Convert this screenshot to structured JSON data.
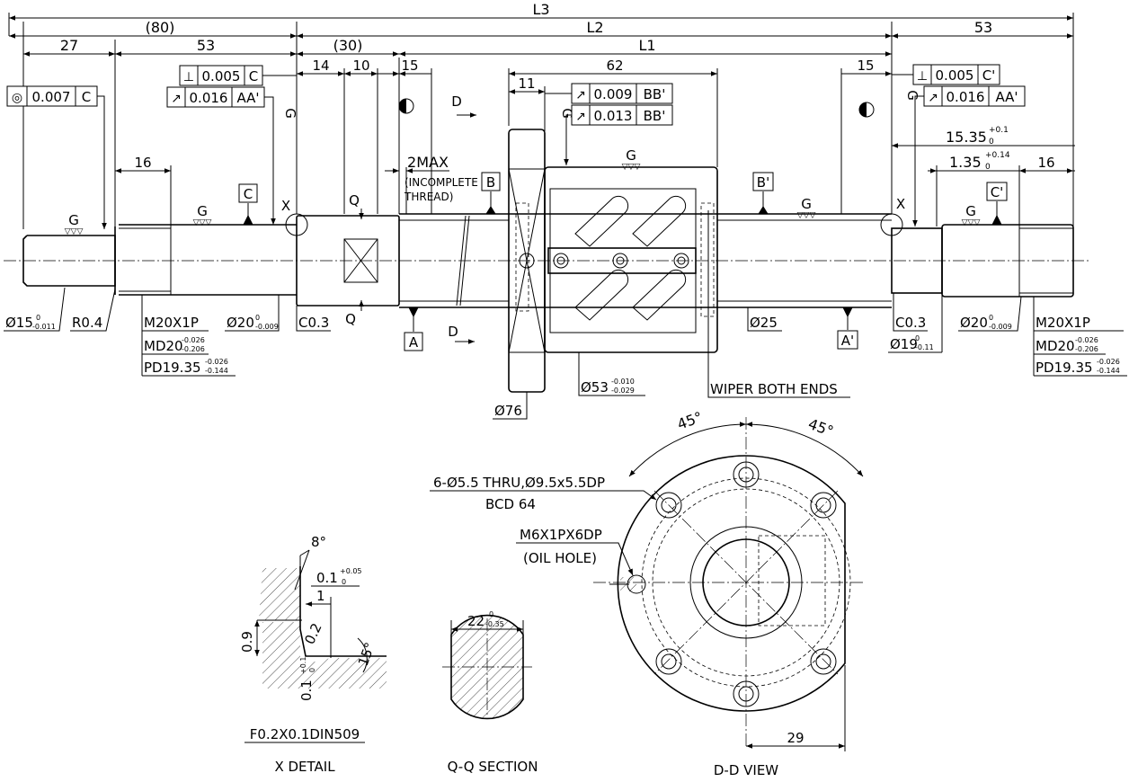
{
  "dims": {
    "L3": "L3",
    "L2": "L2",
    "L1": "L1",
    "d80": "(80)",
    "d30": "(30)",
    "d27": "27",
    "d53a": "53",
    "d53b": "53",
    "d14": "14",
    "d10": "10",
    "d15a": "15",
    "d15b": "15",
    "d62": "62",
    "d11": "11",
    "d16a": "16",
    "d16b": "16",
    "d1535": "15.35",
    "d1535_tol_up": "+0.1",
    "d1535_tol_lo": "0",
    "d135": "1.35",
    "d135_tol_up": "+0.14",
    "d135_tol_lo": "0",
    "twomax": "2MAX",
    "incomplete1": "(INCOMPLETE",
    "incomplete2": "THREAD)",
    "d29": "29"
  },
  "gdt": {
    "conc_val": "0.007",
    "conc_ref": "C",
    "perp_left_val": "0.005",
    "perp_left_ref": "C",
    "runout_left_val": "0.016",
    "runout_left_ref": "AA'",
    "runout_nut1_val": "0.009",
    "runout_nut1_ref": "BB'",
    "runout_nut2_val": "0.013",
    "runout_nut2_ref": "BB'",
    "perp_right_val": "0.005",
    "perp_right_ref": "C'",
    "runout_right_val": "0.016",
    "runout_right_ref": "AA'",
    "perp_sym": "⊥",
    "runout_sym": "↗",
    "conc_sym": "◎"
  },
  "datums": {
    "C": "C",
    "B": "B",
    "A": "A",
    "Bp": "B'",
    "Ap": "A'",
    "Cp": "C'"
  },
  "marks": {
    "G": "G",
    "X": "X",
    "Q": "Q",
    "D": "D",
    "grind": "▽▽▽"
  },
  "callouts": {
    "d15": "Ø15",
    "d15_up": "0",
    "d15_lo": "-0.011",
    "r04": "R0.4",
    "m20a": "M20X1P",
    "md20a": "MD20",
    "md20a_up": "-0.026",
    "md20a_lo": "-0.206",
    "pd1935a": "PD19.35",
    "pd1935a_up": "-0.026",
    "pd1935a_lo": "-0.144",
    "d20a": "Ø20",
    "d20a_up": "0",
    "d20a_lo": "-0.009",
    "c03a": "C0.3",
    "d25": "Ø25",
    "c03b": "C0.3",
    "d19": "Ø19",
    "d19_up": "0",
    "d19_lo": "-0.11",
    "d20b": "Ø20",
    "d20b_up": "0",
    "d20b_lo": "-0.009",
    "m20b": "M20X1P",
    "md20b": "MD20",
    "md20b_up": "-0.026",
    "md20b_lo": "-0.206",
    "pd1935b": "PD19.35",
    "pd1935b_up": "-0.026",
    "pd1935b_lo": "-0.144",
    "d53": "Ø53",
    "d53_up": "-0.010",
    "d53_lo": "-0.029",
    "d76": "Ø76",
    "wiper": "WIPER BOTH ENDS"
  },
  "xdetail": {
    "ang8": "8°",
    "d01": "0.1",
    "d01_up": "+0.05",
    "d01_lo": "0",
    "d1": "1",
    "d09": "0.9",
    "d02": "0.2",
    "d01b": "0.1",
    "d01b_up": "+0.1",
    "d01b_lo": "0",
    "ang15": "15°",
    "spec": "F0.2X0.1DIN509",
    "title": "X DETAIL"
  },
  "qsection": {
    "d22": "22",
    "d22_up": "0",
    "d22_lo": "-0.35",
    "title": "Q-Q SECTION"
  },
  "dview": {
    "ang45a": "45°",
    "ang45b": "45°",
    "holes1": "6-Ø5.5 THRU,Ø9.5x5.5DP",
    "holes2": "BCD 64",
    "oil1": "M6X1PX6DP",
    "oil2": "(OIL HOLE)",
    "title": "D-D VIEW"
  }
}
